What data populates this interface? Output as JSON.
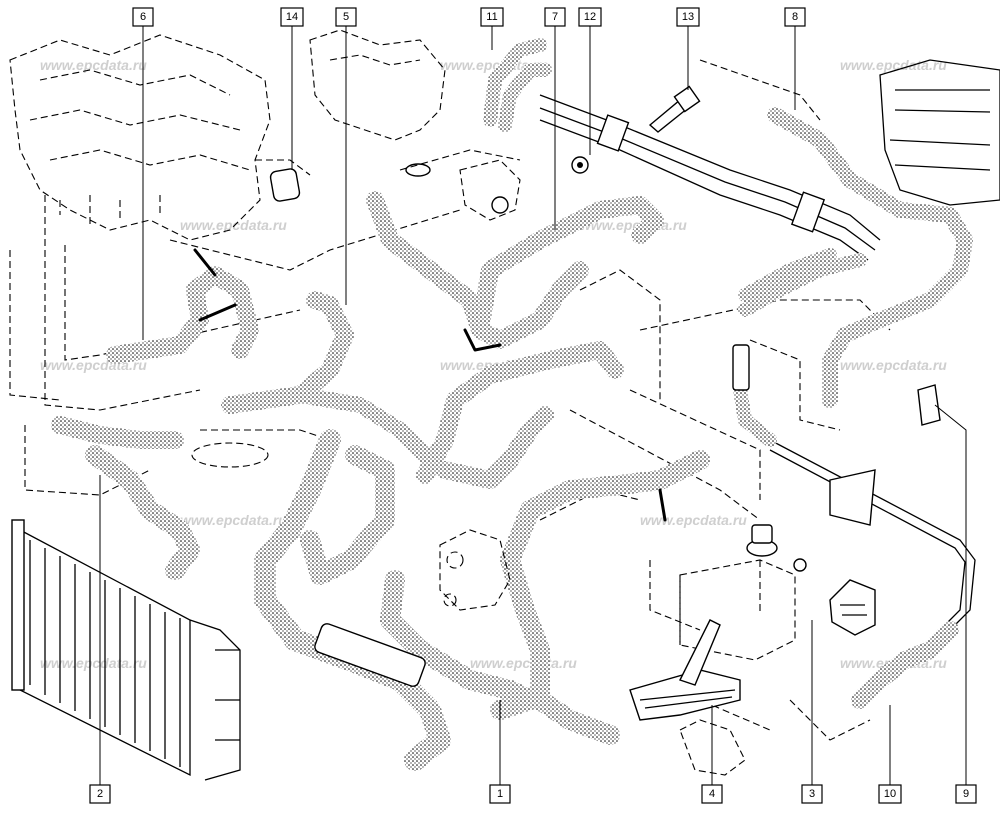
{
  "watermark": "www.epcdata.ru",
  "callouts": [
    {
      "id": "callout-6",
      "label": "6"
    },
    {
      "id": "callout-14",
      "label": "14"
    },
    {
      "id": "callout-5",
      "label": "5"
    },
    {
      "id": "callout-11",
      "label": "11"
    },
    {
      "id": "callout-7",
      "label": "7"
    },
    {
      "id": "callout-12",
      "label": "12"
    },
    {
      "id": "callout-13",
      "label": "13"
    },
    {
      "id": "callout-8",
      "label": "8"
    },
    {
      "id": "callout-2",
      "label": "2"
    },
    {
      "id": "callout-1",
      "label": "1"
    },
    {
      "id": "callout-4",
      "label": "4"
    },
    {
      "id": "callout-3",
      "label": "3"
    },
    {
      "id": "callout-10",
      "label": "10"
    },
    {
      "id": "callout-9",
      "label": "9"
    }
  ]
}
